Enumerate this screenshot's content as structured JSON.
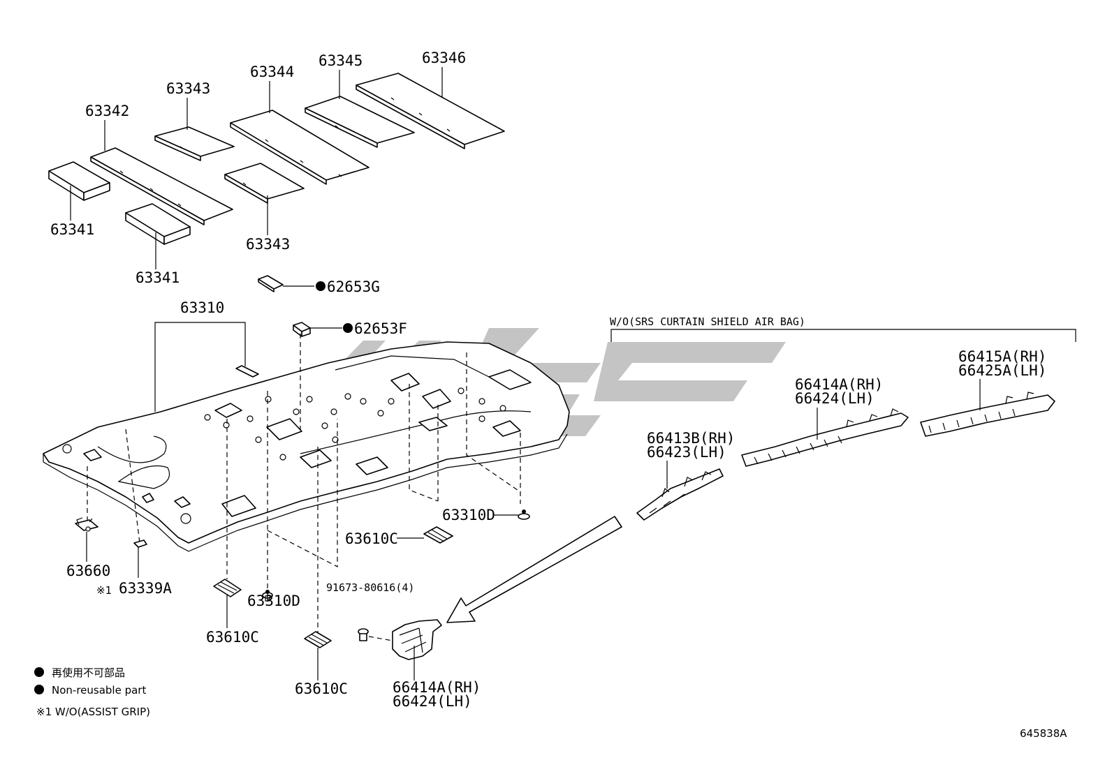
{
  "diagram": {
    "pads": {
      "p63341a": "63341",
      "p63341b": "63341",
      "p63342": "63342",
      "p63343a": "63343",
      "p63343b": "63343",
      "p63344": "63344",
      "p63345": "63345",
      "p63346": "63346"
    },
    "headliner": {
      "p63310": "63310",
      "p62653g": "62653G",
      "p62653f": "62653F",
      "p63310d_a": "63310D",
      "p63310d_b": "63310D",
      "p63610c_a": "63610C",
      "p63610c_b": "63610C",
      "p63610c_c": "63610C",
      "p63660": "63660",
      "p63339a_mark": "※1",
      "p63339a": "63339A",
      "bolt": "91673-80616(4)"
    },
    "airbag_group": {
      "caption": "W/O(SRS CURTAIN SHIELD AIR BAG)",
      "a_rh": "66413B(RH)",
      "a_lh": "66423(LH)",
      "b_rh": "66414A(RH)",
      "b_lh": "66424(LH)",
      "c_rh": "66415A(RH)",
      "c_lh": "66425A(LH)",
      "d_rh": "66414A(RH)",
      "d_lh": "66424(LH)"
    },
    "legend": {
      "jp": "再使用不可部品",
      "en": "Non-reusable part",
      "note": "※1 W/O(ASSIST GRIP)"
    },
    "figure_id": "645838A"
  }
}
